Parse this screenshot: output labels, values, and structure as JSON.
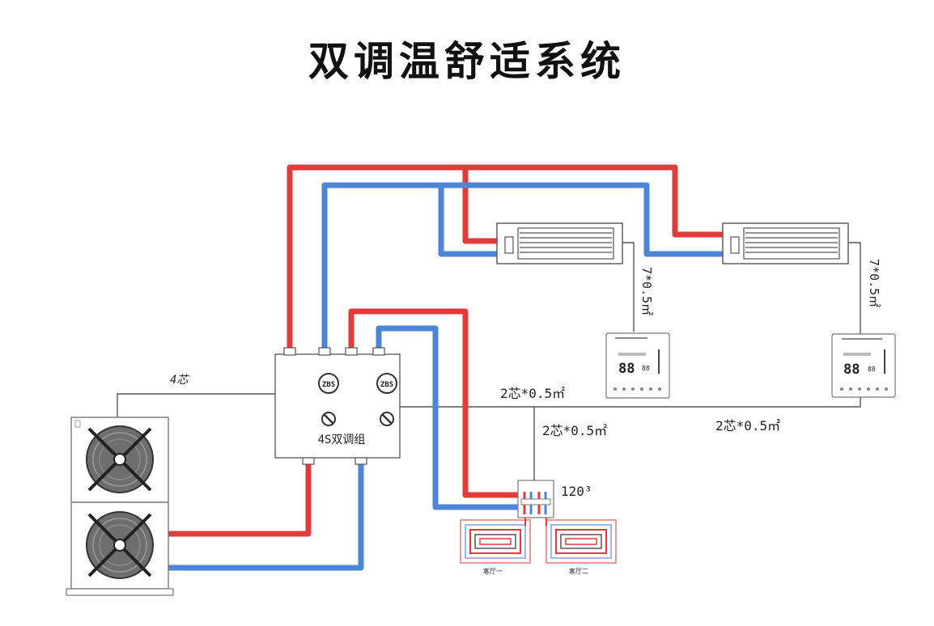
{
  "title": "双调温舒适系统",
  "labels": {
    "wire_4core": "4芯",
    "wire_outdoor_to_hub": "2芯*0.5㎡",
    "wire_to_manifold": "2芯*0.5㎡",
    "wire_between_panels": "2芯*0.5㎡",
    "wire_fcu1_panel": "7*0.5㎡",
    "wire_fcu2_panel": "7*0.5㎡",
    "manifold_size": "120³",
    "hub_name": "4S双调组",
    "valve_1": "ZBS",
    "valve_2": "ZBS",
    "panel_display": "88",
    "panel_small": "88",
    "floor_loop_1": "客厅一",
    "floor_loop_2": "客厅二"
  },
  "colors": {
    "supply": "#e23b3b",
    "return": "#4d86d6",
    "wire": "#555555",
    "equipment_outline": "#555555"
  }
}
